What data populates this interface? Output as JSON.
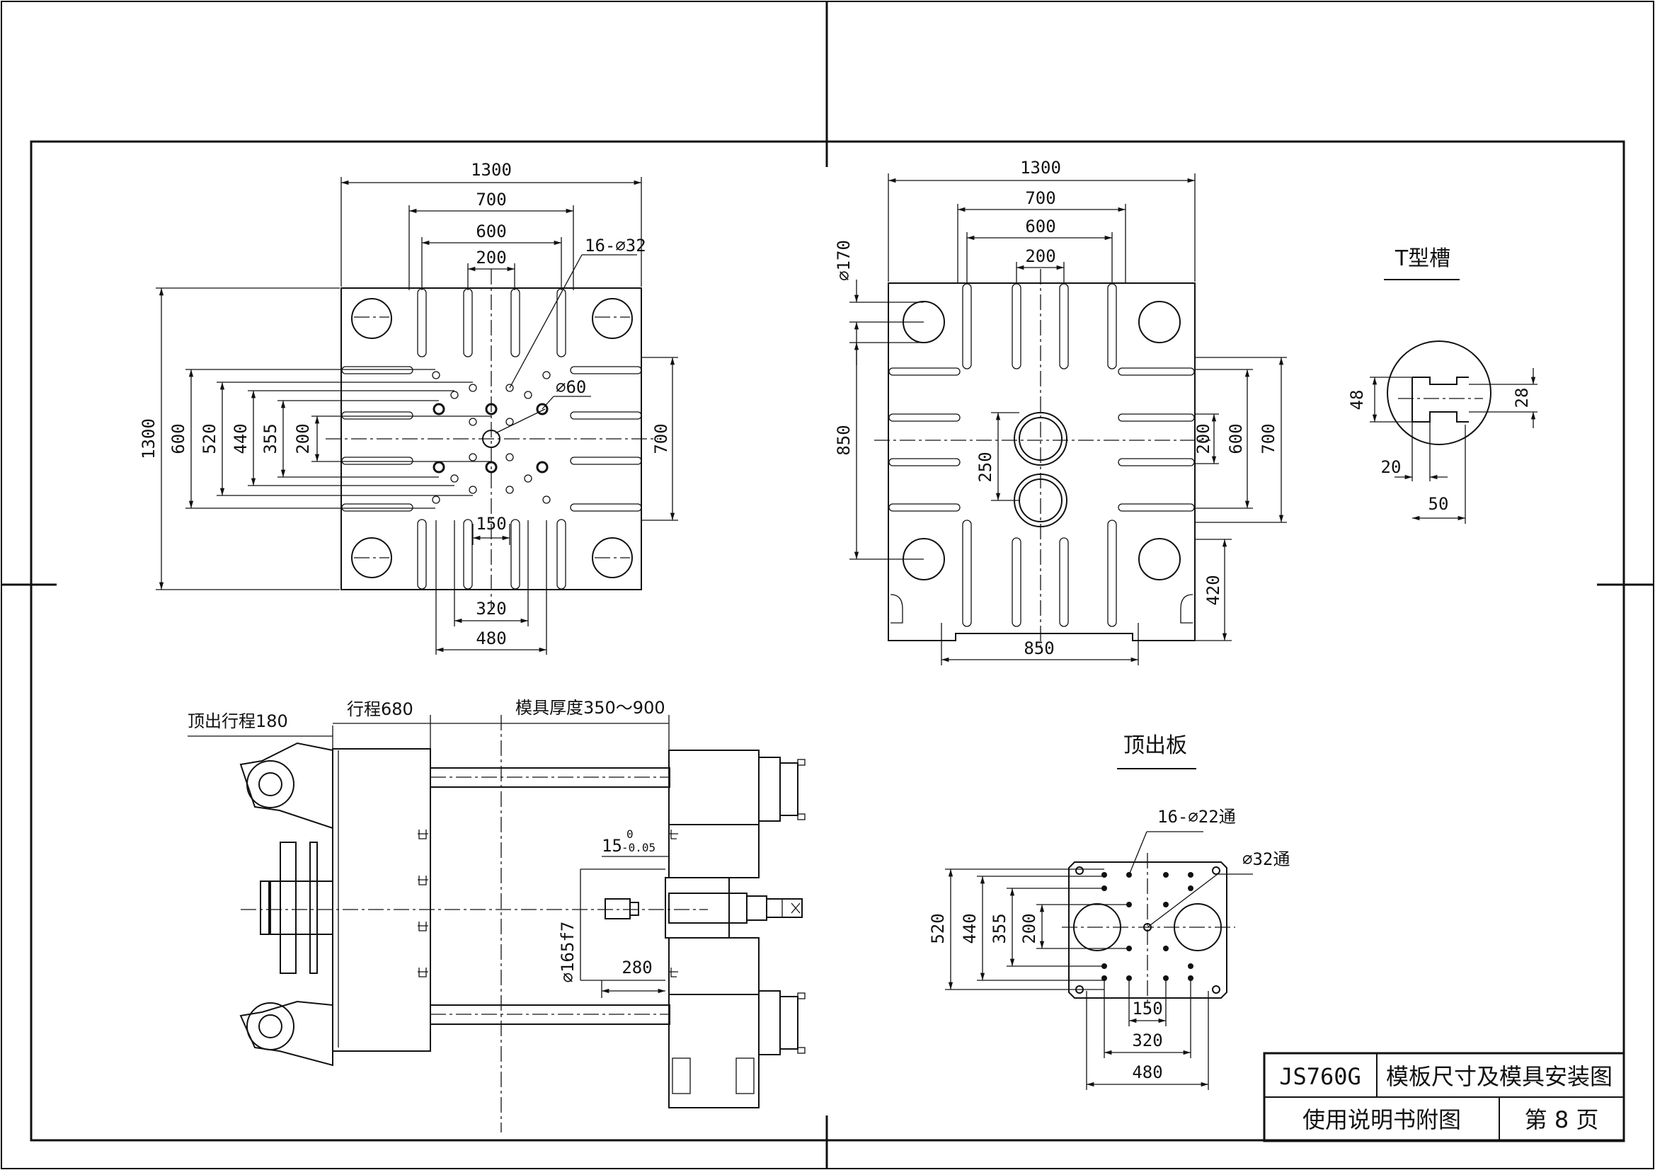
{
  "title_block": {
    "model": "JS760G",
    "drawing_title": "模板尺寸及模具安装图",
    "subtitle": "使用说明书附图",
    "page": "第 8 页"
  },
  "front_platen": {
    "dims": {
      "w1300": "1300",
      "w700": "700",
      "w600": "600",
      "w200": "200",
      "holes": "16-⌀32",
      "h1300": "1300",
      "h600": "600",
      "h520": "520",
      "h440": "440",
      "h355": "355",
      "h200": "200",
      "center_bore": "⌀60",
      "r700": "700",
      "b150": "150",
      "b320": "320",
      "b480": "480"
    }
  },
  "moving_platen": {
    "dims": {
      "w1300": "1300",
      "w700": "700",
      "w600": "600",
      "w200": "200",
      "bar_dia": "⌀170",
      "h850": "850",
      "h250": "250",
      "r200": "200",
      "r600": "600",
      "r700": "700",
      "r420": "420",
      "b850": "850"
    }
  },
  "t_slot": {
    "title": "T型槽",
    "d48": "48",
    "d28": "28",
    "d20": "20",
    "d50": "50"
  },
  "side_view": {
    "ejector_stroke": "顶出行程180",
    "stroke": "行程680",
    "mold_thickness": "模具厚度350～900",
    "tol_main": "15",
    "tol_upper": "0",
    "tol_lower": "-0.05",
    "locating_ring": "⌀165f7",
    "d280": "280"
  },
  "ejector_plate": {
    "title": "顶出板",
    "holes22": "16-⌀22通",
    "hole32": "⌀32通",
    "h520": "520",
    "h440": "440",
    "h355": "355",
    "h200": "200",
    "b150": "150",
    "b320": "320",
    "b480": "480"
  }
}
